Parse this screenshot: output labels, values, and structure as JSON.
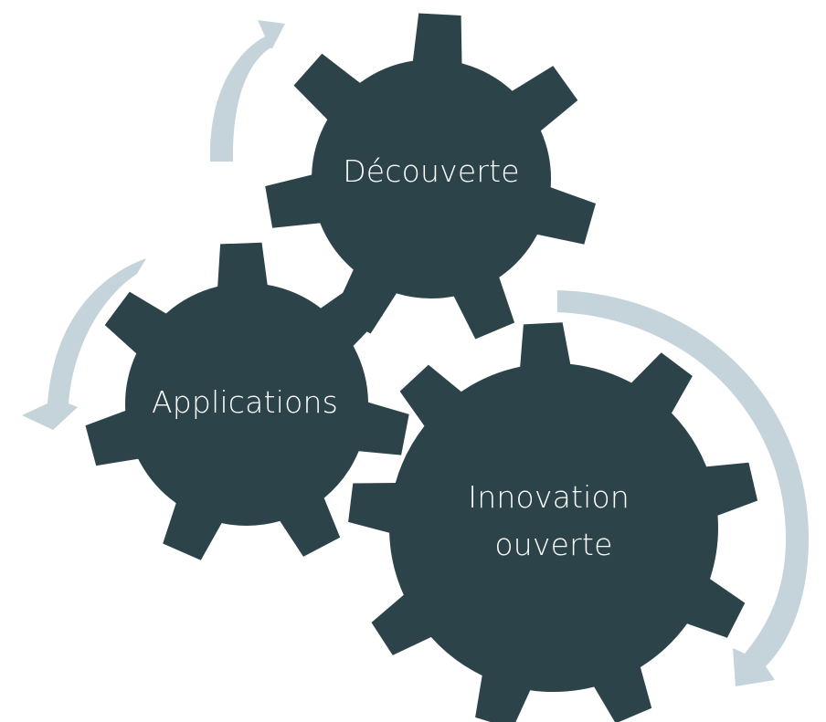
{
  "colors": {
    "gear": "#2d434a",
    "arrow": "#c5d3da",
    "label": "#ffffff"
  },
  "gears": [
    {
      "id": "decouverte",
      "lines": [
        "Découverte"
      ]
    },
    {
      "id": "applications",
      "lines": [
        "Applications"
      ]
    },
    {
      "id": "innovation-ouverte",
      "lines": [
        "Innovation",
        "ouverte"
      ]
    }
  ]
}
